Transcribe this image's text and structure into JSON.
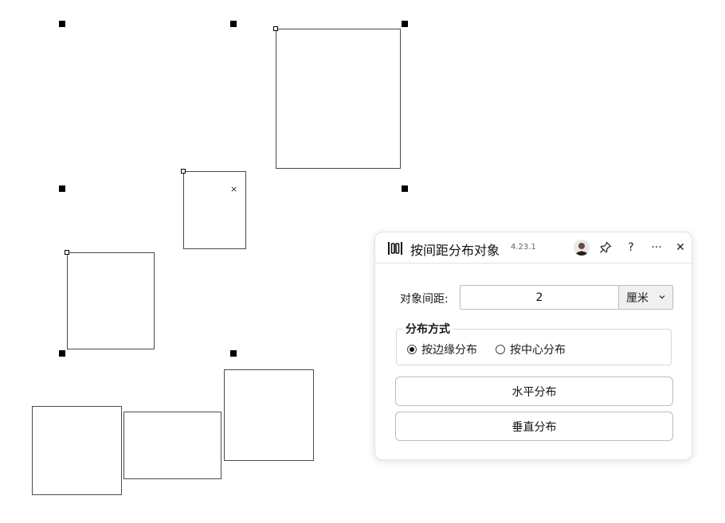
{
  "dialog": {
    "title": "按间距分布对象",
    "version": "4.23.1",
    "titlebar_buttons": {
      "avatar": "avatar",
      "pin": "pin-icon",
      "help": "?",
      "more": "···",
      "close": "✕"
    },
    "spacing": {
      "label": "对象间距:",
      "value": "2",
      "unit": "厘米"
    },
    "method": {
      "title": "分布方式",
      "options": [
        {
          "label": "按边缘分布",
          "selected": true
        },
        {
          "label": "按中心分布",
          "selected": false
        }
      ]
    },
    "buttons": {
      "horizontal": "水平分布",
      "vertical": "垂直分布"
    }
  },
  "canvas": {
    "center_mark": "×"
  }
}
